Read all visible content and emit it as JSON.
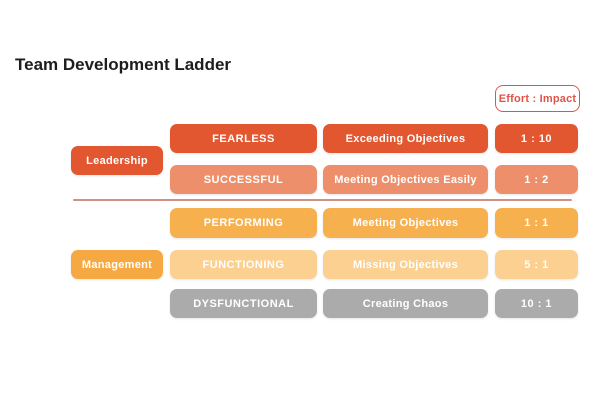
{
  "title": "Team Development Ladder",
  "title_color": "#1d1d1b",
  "legend": {
    "label": "Effort : Impact",
    "color": "#df5448"
  },
  "divider_color": "#ce9183",
  "groups": [
    {
      "label": "Leadership",
      "color": "#e25630"
    },
    {
      "label": "Management",
      "color": "#f6a942"
    }
  ],
  "ladder": {
    "columns": [
      "level",
      "outcome",
      "effort_to_impact_ratio"
    ],
    "rows": [
      {
        "level": "FEARLESS",
        "outcome": "Exceeding Objectives",
        "ratio": "1 : 10",
        "color": "#e25630",
        "group": "Leadership"
      },
      {
        "level": "SUCCESSFUL",
        "outcome": "Meeting Objectives Easily",
        "ratio": "1 : 2",
        "color": "#ee8f6c",
        "group": "Leadership"
      },
      {
        "level": "PERFORMING",
        "outcome": "Meeting Objectives",
        "ratio": "1 : 1",
        "color": "#f7b04e",
        "group": "Management"
      },
      {
        "level": "FUNCTIONING",
        "outcome": "Missing Objectives",
        "ratio": "5 : 1",
        "color": "#fbd091",
        "group": "Management"
      },
      {
        "level": "DYSFUNCTIONAL",
        "outcome": "Creating Chaos",
        "ratio": "10 : 1",
        "color": "#ababab",
        "group": "Management"
      }
    ]
  }
}
